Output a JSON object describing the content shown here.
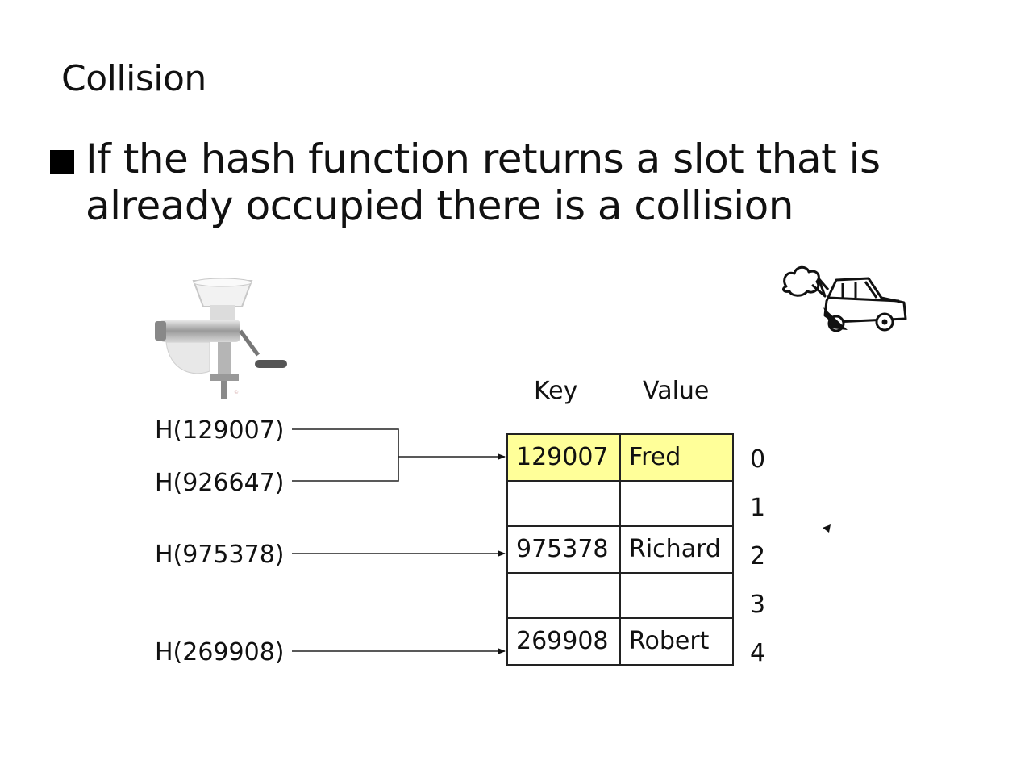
{
  "slide": {
    "title": "Collision",
    "bullet": "If the hash function returns a slot that is already occupied there is a collision"
  },
  "table": {
    "key_header": "Key",
    "value_header": "Value",
    "rows": [
      {
        "key": "129007",
        "value": "Fred",
        "index": "0",
        "highlight": true
      },
      {
        "key": "",
        "value": "",
        "index": "1",
        "highlight": false
      },
      {
        "key": "975378",
        "value": "Richard",
        "index": "2",
        "highlight": false
      },
      {
        "key": "",
        "value": "",
        "index": "3",
        "highlight": false
      },
      {
        "key": "269908",
        "value": "Robert",
        "index": "4",
        "highlight": false
      }
    ]
  },
  "hash_inputs": [
    {
      "label": "H(129007)",
      "slot": "0"
    },
    {
      "label": "H(926647)",
      "slot": "0"
    },
    {
      "label": "H(975378)",
      "slot": "2"
    },
    {
      "label": "H(269908)",
      "slot": "4"
    }
  ],
  "icons": {
    "grinder": "meat-grinder-icon",
    "car": "car-crash-icon"
  },
  "colors": {
    "highlight": "#ffff99"
  }
}
